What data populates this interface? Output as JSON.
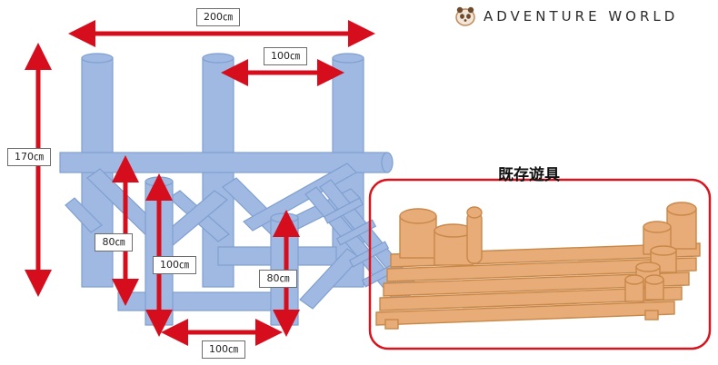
{
  "brand": {
    "name": "ADVENTURE WORLD",
    "logo_icon": "panda-icon"
  },
  "existing_equipment_label": "既存遊具",
  "dimensions": {
    "overall_width": "200㎝",
    "post_spacing_top": "100㎝",
    "height": "170㎝",
    "platform_height": "80㎝",
    "front_post_height": "100㎝",
    "right_post_height": "80㎝",
    "post_spacing_bottom": "100㎝"
  },
  "colors": {
    "structure": "#9fb9e2",
    "structure_dark": "#7f9fd0",
    "arrow": "#d60d1c",
    "existing": "#e7ac78",
    "existing_dark": "#c98848",
    "frame": "#d8141e"
  }
}
